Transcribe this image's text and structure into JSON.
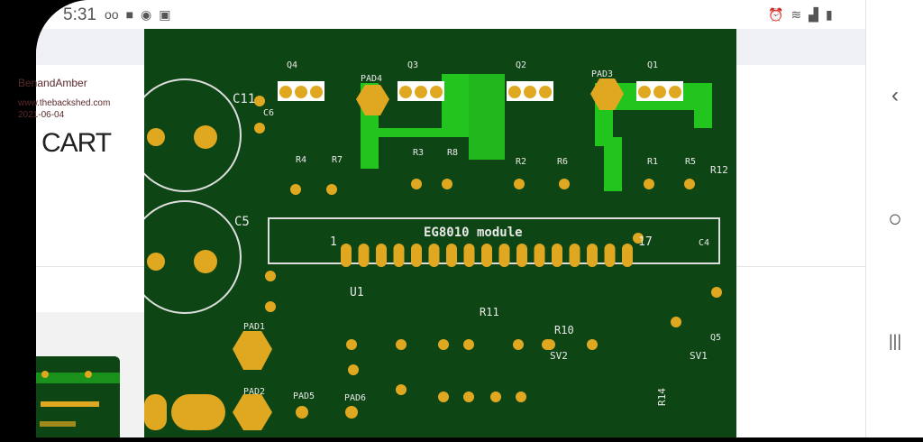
{
  "status_bar": {
    "time": "5:31",
    "left_icons": [
      "voicemail-icon",
      "folder-icon",
      "sync-icon",
      "image-icon"
    ],
    "right_icons": [
      "alarm-icon",
      "wifi-icon",
      "signal-icon",
      "battery-charging-icon"
    ]
  },
  "watermark": {
    "user": "BenandAmber",
    "site": "www.thebackshed.com",
    "date": "2021-06-04"
  },
  "page": {
    "heading_fragment": "CART"
  },
  "pcb": {
    "module_label": "EG8010 module",
    "pin_first": "1",
    "pin_last": "17",
    "labels": {
      "q4": "Q4",
      "q3": "Q3",
      "q2": "Q2",
      "q1": "Q1",
      "pad4": "PAD4",
      "pad3": "PAD3",
      "pad1": "PAD1",
      "pad2": "PAD2",
      "pad5": "PAD5",
      "pad6": "PAD6",
      "c11": "C11",
      "c5": "C5",
      "c4": "C4",
      "c6": "C6",
      "u1": "U1",
      "r11": "R11",
      "r10": "R10",
      "r12": "R12",
      "r14": "R14",
      "r3": "R3",
      "r4": "R4",
      "r7": "R7",
      "r2": "R2",
      "r6": "R6",
      "r1": "R1",
      "r5": "R5",
      "r8": "R8",
      "sv1": "SV1",
      "sv2": "SV2",
      "q5": "Q5"
    },
    "colors": {
      "board": "#0e4514",
      "pad": "#e0a820",
      "copper": "#22c41e",
      "silk": "#e8e8e8"
    }
  },
  "nav": {
    "back": "‹",
    "home": "○",
    "recents": "|||"
  }
}
